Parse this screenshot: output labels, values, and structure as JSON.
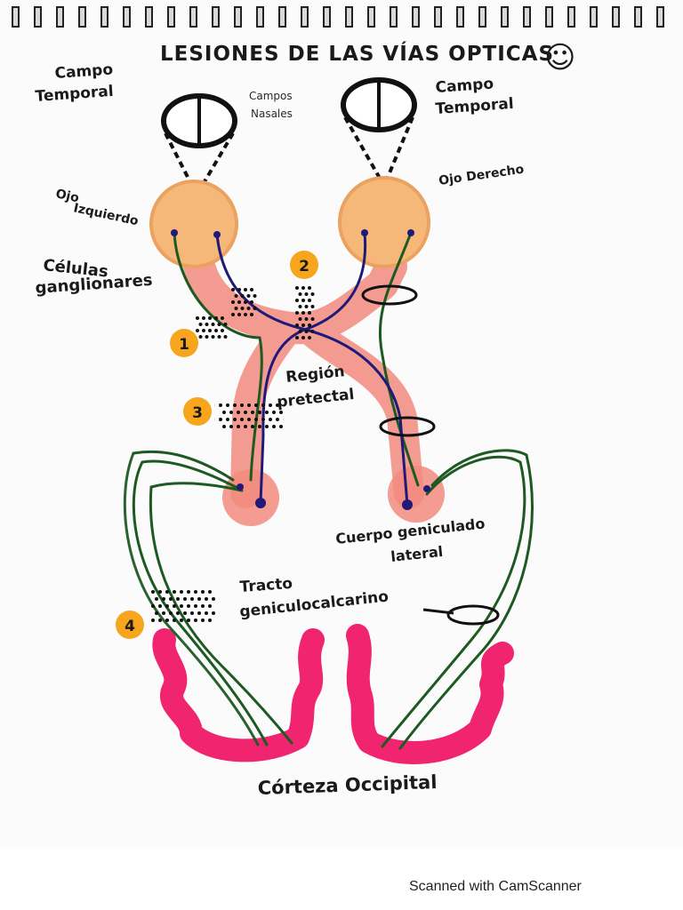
{
  "title": "LESIONES DE LAS VÍAS OPTICAS",
  "smiley": "☺",
  "labels": {
    "campo_temporal_left_1": "Campo",
    "campo_temporal_left_2": "Temporal",
    "campos_nasales_1": "Campos",
    "campos_nasales_2": "Nasales",
    "campo_temporal_right_1": "Campo",
    "campo_temporal_right_2": "Temporal",
    "ojo_izquierdo_1": "Ojo",
    "ojo_izquierdo_2": "Izquierdo",
    "ojo_derecho": "Ojo Derecho",
    "celulas_1": "Células",
    "celulas_2": "ganglionares",
    "region_1": "Región",
    "region_2": "pretectal",
    "cuerpo_1": "Cuerpo geniculado",
    "cuerpo_2": "lateral",
    "tracto_1": "Tracto",
    "tracto_2": "geniculocalcarino",
    "corteza": "Córteza Occipital"
  },
  "lesions": [
    "1",
    "2",
    "3",
    "4"
  ],
  "colors": {
    "eye": "#f6b878",
    "tract": "#f28b7e",
    "cortex": "#f0246f",
    "green_fiber": "#1d5a22",
    "blue_fiber": "#1f1a7a",
    "badge": "#f7a51c",
    "ink": "#1a1a1a"
  },
  "footer": "Scanned with CamScanner"
}
